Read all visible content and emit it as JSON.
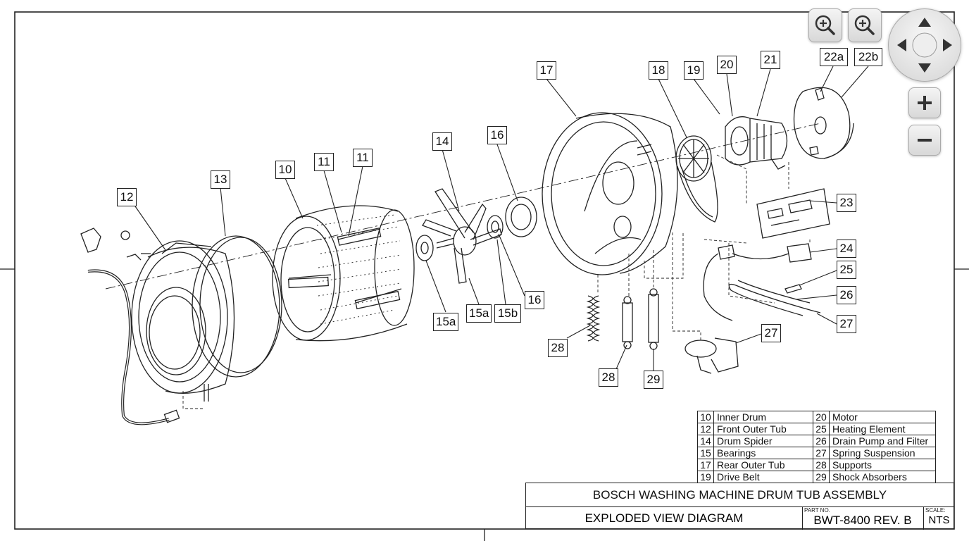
{
  "callouts": {
    "c10": "10",
    "c11a": "11",
    "c11b": "11",
    "c12": "12",
    "c13": "13",
    "c14": "14",
    "c15a": "15a",
    "c15a2": "15a",
    "c15b": "15b",
    "c16a": "16",
    "c16b": "16",
    "c17": "17",
    "c18": "18",
    "c19": "19",
    "c20": "20",
    "c21": "21",
    "c22a": "22a",
    "c22b": "22b",
    "c23": "23",
    "c24": "24",
    "c25": "25",
    "c26": "26",
    "c27a": "27",
    "c27b": "27",
    "c28a": "28",
    "c28b": "28",
    "c29": "29"
  },
  "legend": [
    {
      "n1": "10",
      "d1": "Inner Drum",
      "n2": "20",
      "d2": "Motor"
    },
    {
      "n1": "12",
      "d1": "Front Outer Tub",
      "n2": "25",
      "d2": "Heating Element"
    },
    {
      "n1": "14",
      "d1": "Drum Spider",
      "n2": "26",
      "d2": "Drain Pump and Filter"
    },
    {
      "n1": "15",
      "d1": "Bearings",
      "n2": "27",
      "d2": "Spring Suspension"
    },
    {
      "n1": "17",
      "d1": "Rear Outer Tub",
      "n2": "28",
      "d2": "Supports"
    },
    {
      "n1": "19",
      "d1": "Drive Belt",
      "n2": "29",
      "d2": "Shock Absorbers"
    }
  ],
  "title_block": {
    "title": "BOSCH WASHING MACHINE DRUM TUB ASSEMBLY",
    "subtitle": "EXPLODED VIEW DIAGRAM",
    "part_label": "PART NO.",
    "part_no": "BWT-8400 REV. B",
    "scale_label": "SCALE:",
    "scale": "NTS"
  },
  "controls": {
    "zoom_in_icon": "zoom-in-icon",
    "zoom_in_alt_icon": "zoom-in-icon",
    "pan_icon": "pan-arrows-icon",
    "plus": "+",
    "minus": "−"
  }
}
